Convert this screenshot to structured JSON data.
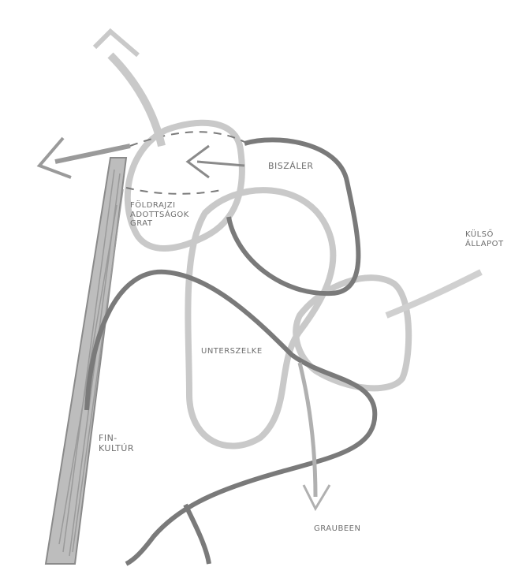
{
  "colors": {
    "paper": "#ffffff",
    "dark_stroke": "#7a7a7a",
    "light_stroke": "#c9c9c9",
    "pencil": "#8a8a8a",
    "label_text": "#6e6e6e"
  },
  "labels": {
    "top_right": "BISZÁLER",
    "center_circle": "FÖLDRAJZI\nADOTTSÁGOK\nGRAT",
    "right_side": "KÜLSŐ\nÁLLAPOT",
    "middle": "UNTERSZELKE",
    "left_lower": "FIN-\nKULTÚR",
    "bottom": "GRAUBEEN"
  },
  "icons": {
    "up_arrow": "arrow-up-icon",
    "left_arrow": "arrow-left-icon",
    "inner_arrow": "arrow-left-icon",
    "right_arrow": "arrow-right-icon",
    "down_arrow": "arrow-down-icon"
  }
}
